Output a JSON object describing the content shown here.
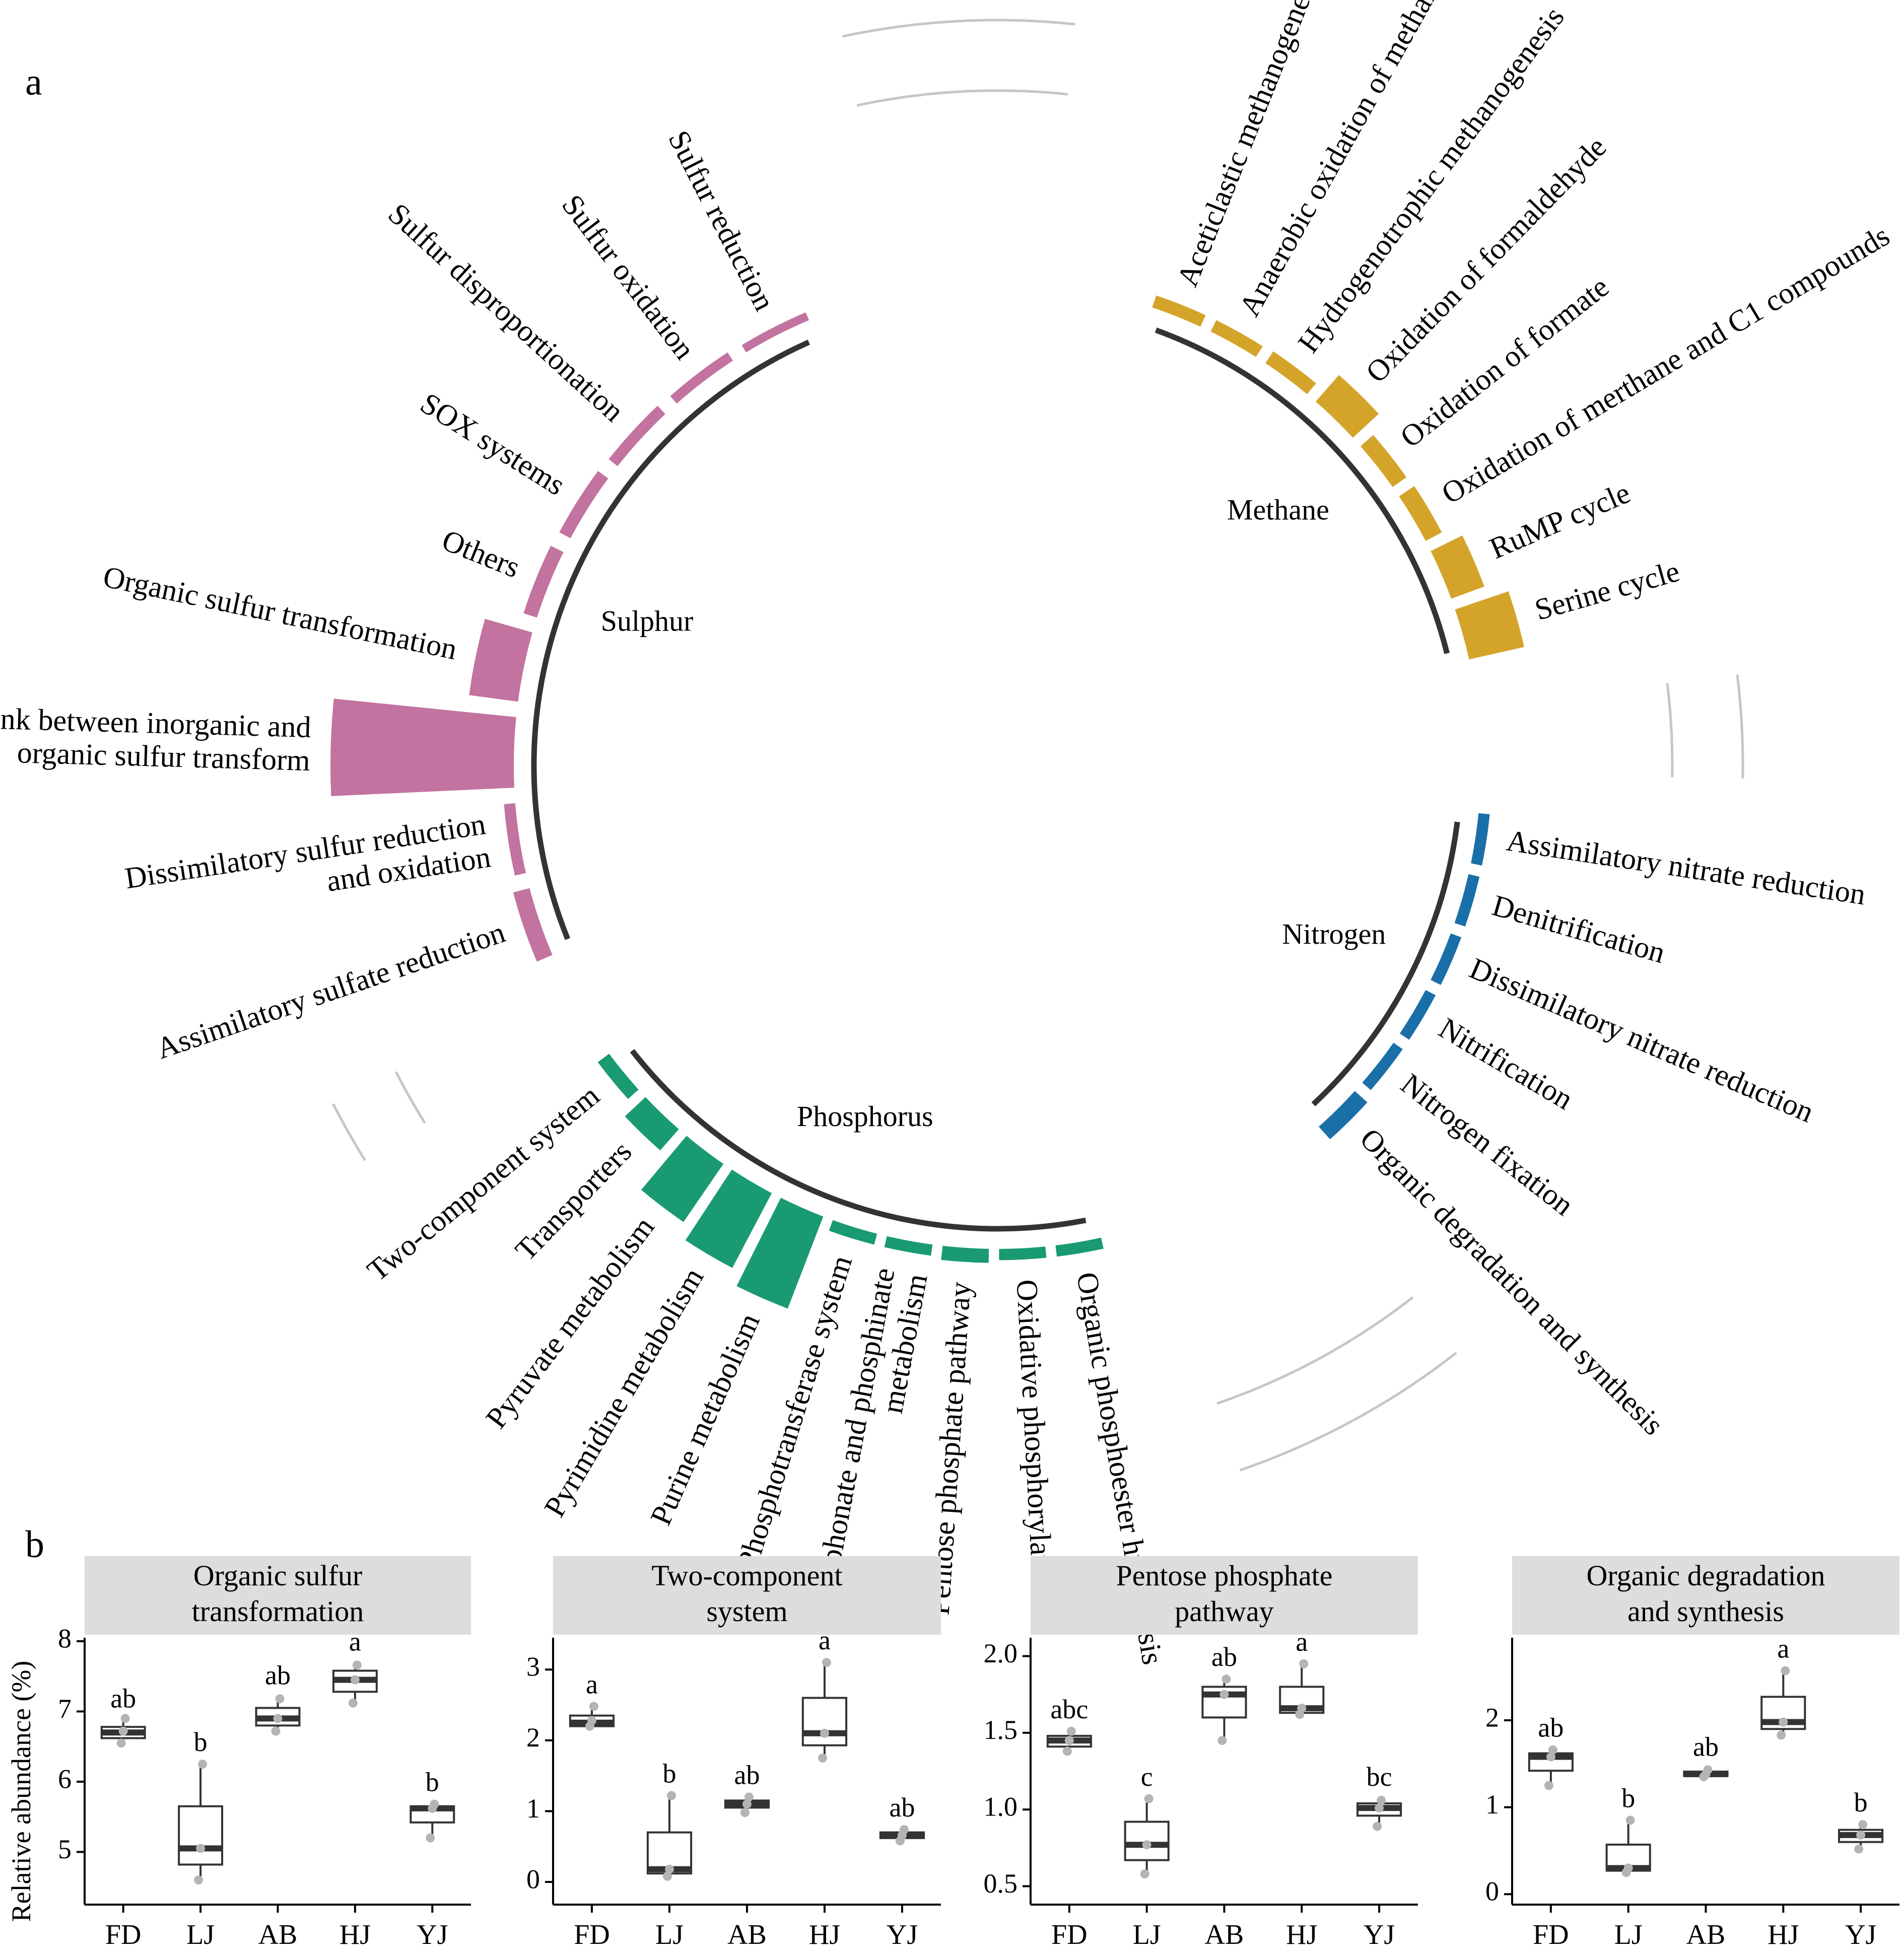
{
  "panel_a_label": "a",
  "panel_b_label": "b",
  "colors": {
    "sulphur": "#c2739f",
    "methane": "#d4a42a",
    "nitrogen": "#1a6fa8",
    "phosphorus": "#1a9a72",
    "category_arc": "#333333",
    "connector": "#c6c6c6",
    "strip": "#dcdddc",
    "box_dark": "#333333",
    "point": "#b4b4b4"
  },
  "chart_data": [
    {
      "type": "circular-bar",
      "categories": [
        {
          "name": "Sulphur",
          "color": "#c2739f",
          "start_deg": 246,
          "end_deg": 338,
          "pathways": [
            {
              "name": "Assimilatory sulfate reduction",
              "value": 1.2
            },
            {
              "name": "Dissimilatory sulfur reduction\nand oxidation",
              "value": 0.8
            },
            {
              "name": "Link between inorganic and\norganic sulfur transform",
              "value": 13.0
            },
            {
              "name": "Organic sulfur transformation",
              "value": 3.5
            },
            {
              "name": "Others",
              "value": 1.0
            },
            {
              "name": "SOX systems",
              "value": 0.9
            },
            {
              "name": "Sulfur disproportionation",
              "value": 0.8
            },
            {
              "name": "Sulfur oxidation",
              "value": 0.7
            },
            {
              "name": "Sulfur reduction",
              "value": 0.6
            }
          ]
        },
        {
          "name": "Methane",
          "color": "#d4a42a",
          "start_deg": 18,
          "end_deg": 78,
          "pathways": [
            {
              "name": "Aceticlastic methanogenesis",
              "value": 0.9
            },
            {
              "name": "Anaerobic oxidation of methane (AOM)",
              "value": 0.9
            },
            {
              "name": "Hydrogenotrophic methanogenesis",
              "value": 1.0
            },
            {
              "name": "Oxidation of formaldehyde",
              "value": 2.5
            },
            {
              "name": "Oxidation of formate",
              "value": 1.2
            },
            {
              "name": "Oxidation of merthane and C1 compounds",
              "value": 1.3
            },
            {
              "name": "RuMP cycle",
              "value": 2.5
            },
            {
              "name": "Serine cycle",
              "value": 4.0
            }
          ]
        },
        {
          "name": "Nitrogen",
          "color": "#1a6fa8",
          "start_deg": 95,
          "end_deg": 139,
          "pathways": [
            {
              "name": "Assimilatory nitrate reduction",
              "value": 0.8
            },
            {
              "name": "Denitrification",
              "value": 0.8
            },
            {
              "name": "Dissimilatory nitrate reduction",
              "value": 0.8
            },
            {
              "name": "Nitrification",
              "value": 0.8
            },
            {
              "name": "Nitrogen fixation",
              "value": 0.8
            },
            {
              "name": "Organic degradation and synthesis",
              "value": 1.2
            }
          ]
        },
        {
          "name": "Phosphorus",
          "color": "#1a9a72",
          "start_deg": 167,
          "end_deg": 234,
          "pathways": [
            {
              "name": "Organic phosphoester hydrolysis",
              "value": 0.8
            },
            {
              "name": "Oxidative phosphorylation",
              "value": 0.8
            },
            {
              "name": "Pentose phosphate pathway",
              "value": 1.0
            },
            {
              "name": "Phosphonate and phosphinate\nmetabolism",
              "value": 0.8
            },
            {
              "name": "Phosphotransferase system",
              "value": 0.8
            },
            {
              "name": "Purine metabolism",
              "value": 7.0
            },
            {
              "name": "Pyrimidine metabolism",
              "value": 6.0
            },
            {
              "name": "Pyruvate metabolism",
              "value": 5.0
            },
            {
              "name": "Transporters",
              "value": 2.0
            },
            {
              "name": "Two-component system",
              "value": 1.0
            }
          ]
        }
      ]
    },
    {
      "type": "box",
      "title": "Organic sulfur\ntransformation",
      "ylabel": "Relative abundance (%)",
      "categories": [
        "FD",
        "LJ",
        "AB",
        "HJ",
        "YJ"
      ],
      "ylim": [
        4.25,
        8.05
      ],
      "yticks": [
        5,
        6,
        7,
        8
      ],
      "boxes": [
        {
          "min": 6.6,
          "q1": 6.62,
          "median": 6.7,
          "q3": 6.78,
          "max": 6.87,
          "points": [
            6.55,
            6.72,
            6.9
          ],
          "letter": "ab"
        },
        {
          "min": 4.6,
          "q1": 4.82,
          "median": 5.05,
          "q3": 5.65,
          "max": 6.25,
          "points": [
            4.6,
            5.05,
            6.25
          ],
          "letter": "b"
        },
        {
          "min": 6.7,
          "q1": 6.8,
          "median": 6.9,
          "q3": 7.05,
          "max": 7.2,
          "points": [
            6.72,
            6.9,
            7.18
          ],
          "letter": "ab"
        },
        {
          "min": 7.1,
          "q1": 7.28,
          "median": 7.45,
          "q3": 7.58,
          "max": 7.68,
          "points": [
            7.12,
            7.45,
            7.66
          ],
          "letter": "a"
        },
        {
          "min": 5.2,
          "q1": 5.42,
          "median": 5.62,
          "q3": 5.65,
          "max": 5.68,
          "points": [
            5.2,
            5.62,
            5.68
          ],
          "letter": "b"
        }
      ]
    },
    {
      "type": "box",
      "title": "Two-component\nsystem",
      "ylabel": "",
      "categories": [
        "FD",
        "LJ",
        "AB",
        "HJ",
        "YJ"
      ],
      "ylim": [
        -0.32,
        3.45
      ],
      "yticks": [
        0,
        1,
        2,
        3
      ],
      "boxes": [
        {
          "min": 2.2,
          "q1": 2.2,
          "median": 2.25,
          "q3": 2.35,
          "max": 2.48,
          "points": [
            2.2,
            2.28,
            2.48
          ],
          "letter": "a"
        },
        {
          "min": 0.1,
          "q1": 0.12,
          "median": 0.18,
          "q3": 0.7,
          "max": 1.22,
          "points": [
            0.08,
            0.18,
            1.22
          ],
          "letter": "b"
        },
        {
          "min": 1.0,
          "q1": 1.05,
          "median": 1.1,
          "q3": 1.15,
          "max": 1.2,
          "points": [
            0.98,
            1.1,
            1.2
          ],
          "letter": "ab"
        },
        {
          "min": 1.75,
          "q1": 1.93,
          "median": 2.1,
          "q3": 2.6,
          "max": 3.1,
          "points": [
            1.75,
            2.1,
            3.1
          ],
          "letter": "a"
        },
        {
          "min": 0.6,
          "q1": 0.62,
          "median": 0.67,
          "q3": 0.7,
          "max": 0.74,
          "points": [
            0.58,
            0.66,
            0.74
          ],
          "letter": "ab"
        }
      ]
    },
    {
      "type": "box",
      "title": "Pentose phosphate\npathway",
      "ylabel": "",
      "categories": [
        "FD",
        "LJ",
        "AB",
        "HJ",
        "YJ"
      ],
      "ylim": [
        0.38,
        2.12
      ],
      "yticks": [
        0.5,
        1.0,
        1.5,
        2.0
      ],
      "ytick_labels": [
        "0.5",
        "1.0",
        "1.5",
        "2.0"
      ],
      "boxes": [
        {
          "min": 1.38,
          "q1": 1.41,
          "median": 1.45,
          "q3": 1.48,
          "max": 1.51,
          "points": [
            1.38,
            1.45,
            1.51
          ],
          "letter": "abc"
        },
        {
          "min": 0.58,
          "q1": 0.67,
          "median": 0.77,
          "q3": 0.92,
          "max": 1.07,
          "points": [
            0.58,
            0.77,
            1.07
          ],
          "letter": "c"
        },
        {
          "min": 1.45,
          "q1": 1.6,
          "median": 1.75,
          "q3": 1.8,
          "max": 1.85,
          "points": [
            1.45,
            1.75,
            1.85
          ],
          "letter": "ab"
        },
        {
          "min": 1.63,
          "q1": 1.63,
          "median": 1.66,
          "q3": 1.8,
          "max": 1.95,
          "points": [
            1.62,
            1.66,
            1.95
          ],
          "letter": "a"
        },
        {
          "min": 0.89,
          "q1": 0.96,
          "median": 1.01,
          "q3": 1.04,
          "max": 1.07,
          "points": [
            0.89,
            1.01,
            1.06
          ],
          "letter": "bc"
        }
      ]
    },
    {
      "type": "box",
      "title": "Organic degradation\nand synthesis",
      "ylabel": "",
      "categories": [
        "FD",
        "LJ",
        "AB",
        "HJ",
        "YJ"
      ],
      "ylim": [
        -0.12,
        2.95
      ],
      "yticks": [
        0,
        1,
        2
      ],
      "boxes": [
        {
          "min": 1.25,
          "q1": 1.42,
          "median": 1.58,
          "q3": 1.62,
          "max": 1.66,
          "points": [
            1.25,
            1.58,
            1.66
          ],
          "letter": "ab"
        },
        {
          "min": 0.25,
          "q1": 0.27,
          "median": 0.3,
          "q3": 0.57,
          "max": 0.85,
          "points": [
            0.25,
            0.3,
            0.85
          ],
          "letter": "b"
        },
        {
          "min": 1.35,
          "q1": 1.36,
          "median": 1.38,
          "q3": 1.41,
          "max": 1.44,
          "points": [
            1.35,
            1.38,
            1.43
          ],
          "letter": "ab"
        },
        {
          "min": 1.83,
          "q1": 1.9,
          "median": 1.98,
          "q3": 2.27,
          "max": 2.57,
          "points": [
            1.83,
            1.98,
            2.57
          ],
          "letter": "a"
        },
        {
          "min": 0.53,
          "q1": 0.6,
          "median": 0.68,
          "q3": 0.74,
          "max": 0.8,
          "points": [
            0.52,
            0.68,
            0.8
          ],
          "letter": "b"
        }
      ]
    }
  ]
}
